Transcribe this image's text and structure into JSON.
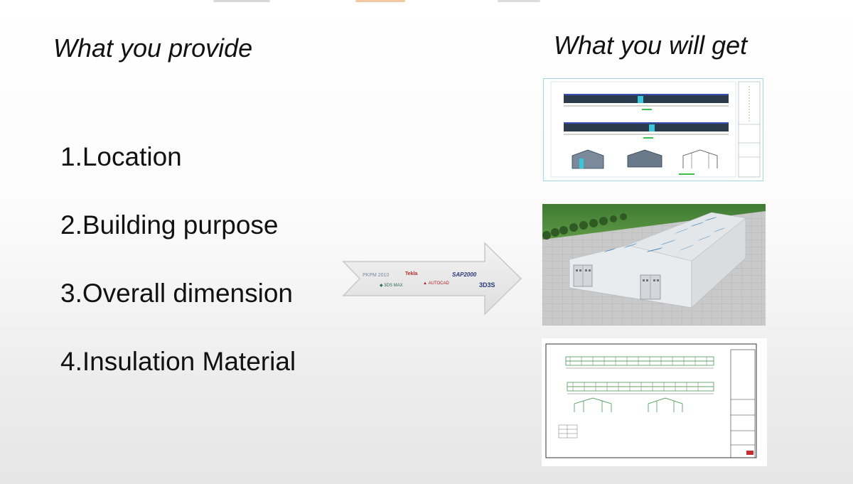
{
  "left": {
    "heading": "What you provide",
    "items": [
      "1.Location",
      "2.Building purpose",
      "3.Overall dimension",
      "4.Insulation Material"
    ]
  },
  "right": {
    "heading": "What you will get",
    "outputs": [
      {
        "name": "structural-drawing"
      },
      {
        "name": "3d-render"
      },
      {
        "name": "frame-drawing"
      }
    ]
  },
  "arrow": {
    "software": {
      "pkpm": "PKPM 2010",
      "tekla": "Tekla",
      "sap": "SAP2000",
      "max": "3DS MAX",
      "autocad": "AUTOCAD",
      "d3ds": "3D3S"
    }
  },
  "colors": {
    "text": "#111111",
    "arrow_fill": "#e8e8e8",
    "drawing_border": "#9edbe5",
    "building_wall": "#eceef0",
    "roof_skylight": "#3f82b8",
    "frame_green": "#2a8a3a",
    "grass": "#4f8a3a"
  }
}
